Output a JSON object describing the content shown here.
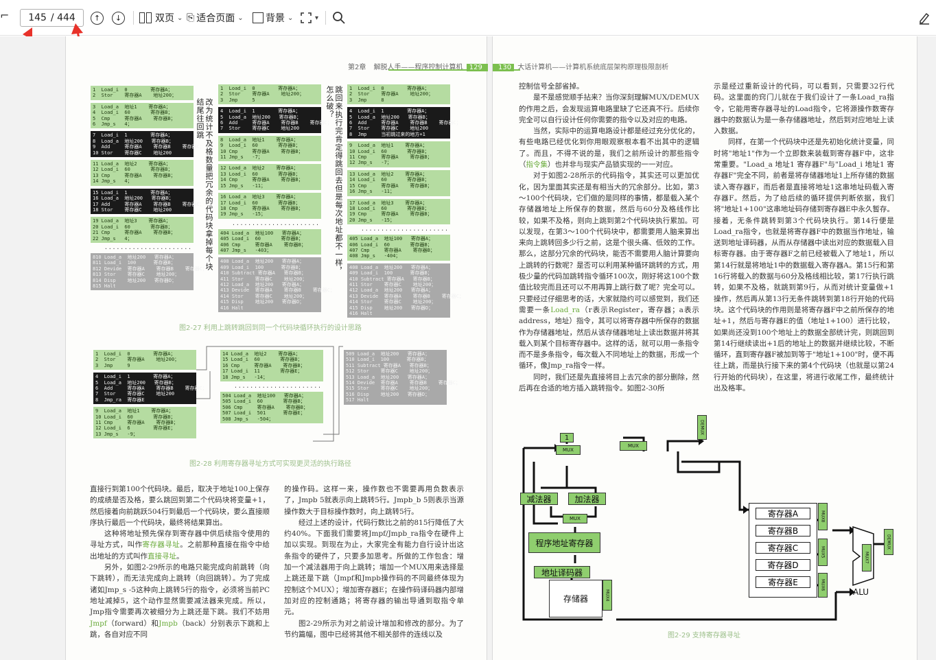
{
  "toolbar": {
    "page_current": "145",
    "page_total": "/ 444",
    "dual_page_label": "双页",
    "fit_page_label": "适合页面",
    "background_label": "背景"
  },
  "left_page": {
    "header_chapter": "第2章",
    "header_title": "解脱人手——程序控制计算机",
    "page_number": "129",
    "col1_blocks": [
      [
        "1  Load_i  0        寄存器A；",
        "2  Stor    寄存器A    地址200；"
      ],
      [
        "3  Load_a  地址1    寄存器A；",
        "4  Load_i  60       寄存器B；",
        "5  Cmp     寄存器A    寄存器B；",
        "6  Jmp_s   4；"
      ],
      [
        "7  Load_i  1        寄存器A；",
        "8  Load_a  地址200   寄存器B；",
        "9  Add     寄存器A    寄存器B    寄存器C；",
        "10 Stor    寄存器C    地址200"
      ],
      [
        "11 Load_a  地址2    寄存器A；",
        "12 Load_i  60       寄存器B；",
        "13 Cmp     寄存器A    寄存器B；",
        "14 Jmp_s   4；"
      ],
      [
        "15 Load_i  1        寄存器A；",
        "16 Load_a  地址200   寄存器B；",
        "17 Add     寄存器A    寄存器B    寄存器C；",
        "18 Stor    寄存器C    地址200"
      ],
      [
        "19 Load_a  地址3    寄存器A；",
        "20 Load_i  60       寄存器B；",
        "21 Cmp     寄存器A    寄存器B；",
        "22 Jmp_s   4；"
      ],
      [
        "810 Load_a  地址200   寄存器A；",
        "811 Load_i  100      寄存器B；",
        "812 Devide  寄存器A    寄存器B    寄存器C；",
        "813 Stor    寄存器C    地址200；",
        "814 Disp    地址200   寄存器D；",
        "815 Halt"
      ]
    ],
    "vtext_1": "改为统计不及格数量把冗余的代码块拿掉每个块结尾往回跳",
    "col2_blocks": [
      [
        "1  Load_i  0        寄存器A；",
        "2  Stor    寄存器A    地址200；",
        "3  Jmp     5"
      ],
      [
        "4  Load_i  1        寄存器A；",
        "5  Load_a  地址200   寄存器B；",
        "6  Add     寄存器A    寄存器B    寄存器C；",
        "7  Stor    寄存器C    地址200"
      ],
      [
        "8  Load_a  地址1    寄存器A；",
        "9  Load_i  60       寄存器B；",
        "10 Cmp     寄存器A    寄存器B；",
        "11 Jmp_s   -7；"
      ],
      [
        "12 Load_a  地址2    寄存器A；",
        "13 Load_i  60       寄存器B；",
        "14 Cmp     寄存器A    寄存器B；",
        "15 Jmp_s   -11；"
      ],
      [
        "16 Load_a  地址3    寄存器A；",
        "17 Load_i  60       寄存器B；",
        "18 Cmp     寄存器A    寄存器B；",
        "19 Jmp_s   -15；"
      ],
      [
        "404 Load_a  地址100   寄存器A；",
        "405 Load_i  60       寄存器B；",
        "406 Cmp     寄存器A    寄存器B；",
        "407 Jmp_s   -403；"
      ],
      [
        "408 Load_a  地址200   寄存器A；",
        "409 Load_i  100      寄存器B；",
        "410 Subtract 寄存器A   寄存器B；",
        "411 Stor    寄存器C    地址200；",
        "412 Load_a  地址200   寄存器A；",
        "413 Devide  寄存器A    寄存器B    寄存器C；",
        "414 Stor    寄存器C    地址200；",
        "415 Disp    地址200   寄存器D；",
        "416 Halt"
      ]
    ],
    "vtext_2": "跳回来执行完肯定得跳回去但是每次地址都不一样，怎么破？",
    "col3_blocks": [
      [
        "1  Load_i  0        寄存器A；",
        "2  Stor    寄存器A    地址200；",
        "3  Jmp     8"
      ],
      [
        "4  Load_i  1        寄存器A；",
        "5  Load_a  地址200   寄存器B；",
        "6  Add     寄存器A    寄存器B    寄存器C；",
        "7  Stor    寄存器C    地址200",
        "8  Jmp     当初跳过来的地方+1"
      ],
      [
        "9  Load_a  地址1    寄存器A；",
        "10 Load_i  60       寄存器B；",
        "11 Cmp     寄存器A    寄存器B；",
        "12 Jmp_s   -7；"
      ],
      [
        "13 Load_a  地址2    寄存器A；",
        "14 Load_i  60       寄存器B；",
        "15 Cmp     寄存器A    寄存器B；",
        "16 Jmp_s   -11；"
      ],
      [
        "17 Load_a  地址3    寄存器A；",
        "18 Load_i  60       寄存器B；",
        "19 Cmp     寄存器A    寄存器B；",
        "20 Jmp_s   -15；"
      ],
      [
        "405 Load_a  地址100   寄存器A；",
        "406 Load_i  60       寄存器B；",
        "407 Cmp     寄存器A    寄存器B；",
        "408 Jmp_s   -404；"
      ],
      [
        "408 Load_a  地址200   寄存器A；",
        "409 Load_i  100      寄存器B；",
        "410 Subtract 寄存器A   寄存器B；",
        "411 Stor    寄存器C    地址200；",
        "412 Load_a  地址200   寄存器A；",
        "413 Devide  寄存器A    寄存器B    寄存器C；",
        "414 Stor    寄存器C    地址200；",
        "415 Disp    地址200   寄存器D；",
        "416 Halt"
      ]
    ],
    "caption_1": "图2-27   利用上跳转跳回到同一个代码块循环执行的设计思路",
    "fig228_col1": [
      [
        "1  Load_i  0        寄存器A；",
        "2  Stor    寄存器A    地址200；",
        "3  Jmp     9"
      ],
      [
        "4  Load_i  1        寄存器A；",
        "5  Load_a  地址200   寄存器B；",
        "6  Add     寄存器A    寄存器B    寄存器C；",
        "7  Stor    寄存器C    地址200",
        "8  Jmp_ra  寄存器E"
      ],
      [
        "9  Load_a  地址1    寄存器A；",
        "10 Load_i  60       寄存器B；",
        "11 Cmp     寄存器A    寄存器B；",
        "12 Load_i  6        寄存器E；",
        "13 Jmp_s   -9；"
      ]
    ],
    "fig228_col2": [
      [
        "14 Load_a  地址2    寄存器A；",
        "15 Load_i  60       寄存器B；",
        "16 Cmp     寄存器A    寄存器B；",
        "17 Load_i  11       寄存器E；",
        "18 Jmp_s   -14；"
      ],
      [
        "504 Load_a  地址100   寄存器A；",
        "505 Load_i  60       寄存器B；",
        "506 Cmp     寄存器A    寄存器B；",
        "507 Load_i  501      寄存器E；",
        "508 Jmp_s   -504；"
      ]
    ],
    "fig228_col3": [
      [
        "509 Load_a  地址200   寄存器A；",
        "510 Load_i  100      寄存器B；",
        "511 Subtract 寄存器A   寄存器B；",
        "512 Stor    寄存器C    地址200；",
        "513 Load_a  地址200   寄存器A；",
        "514 Devide  寄存器A    寄存器B    寄存器C；",
        "515 Stor    寄存器C    地址200；",
        "516 Disp    地址200   寄存器D；",
        "517 Halt"
      ]
    ],
    "caption_2": "图2-28   利用寄存器寻址方式可实现更灵活的执行路径",
    "dots": "······················",
    "text_col1": [
      "直接行到第100个代码块。最后，取决于地址100上保存的成绩是否及格，要么跳回到第二个代码块将变量+1，然后接着向前跳跃504行到最后一个代码块，要么直接顺序执行最后一个代码块，最终将结果算出。",
      "这种将地址预先保存到寄存器中供后续指令使用的寻址方式，叫作",
      "另外，如图2-29所示的电路只能完成向前跳转（向下跳转），而无法完成向上跳转（向回跳转）。为了完成诸如Jmp_s -5这种向上跳转5行的指令，必须将当前PC地址减掉5，这个动作显然需要减法器来完成。所以，Jmp指令需要再次被细分为上跳还是下跳。我们不妨用"
    ],
    "text_col1_parts": {
      "reg_addr": "寄存器寻址",
      "after_reg": "。之前那种直接在指令中给出地址的方式叫作",
      "direct_addr": "直接寻址",
      "end": "。",
      "jmpf": "Jmpf",
      "forward": "（forward）和",
      "jmpb": "Jmpb",
      "back": "（back）分别表示下跳和上跳，各自对应不同"
    },
    "text_col2": [
      "的操作码。这样一来，操作数也不需要再用负数表示了，Jmpb 5就表示向上跳转5行。Jmpb_b 5则表示当源操作数大于目标操作数时，向上跳转5行。",
      "经过上述的设计，代码行数比之前的815行降低了大约40%。下面我们需要将Jmpf/Jmpb_ra指令在硬件上加以实现。到现在为止，大家完全有能力自行设计出这条指令的硬件了，只要多加思考。所做的工作包含：增加一个减法器用于向上跳转；增加一个MUX用来选择是上跳还是下跳（Jmpf和Jmpb操作码的不同最终体现为控制这个MUX）；增加寄存器E；在操作码译码器内部增加对应的控制通路；将寄存器的输出导通到取指令单元。",
      "图2-29所示为对之前设计增加和修改的部分。为了节约篇幅，图中已经将其他不相关部件的连线以及"
    ]
  },
  "right_page": {
    "page_number": "130",
    "header_title": "大话计算机——计算机系统底层架构原理极限剖析",
    "text_col1": [
      "控制信号全部省掉。",
      "是不是感觉顺手拈来？当你深刻理解MUX/DEMUX的作用之后，会发现运算电路里缺了它还真不行。后续你完全可以自行设计任何你需要的指令以及对应的电路。",
      "当然，实际中的运算电路设计都是经过充分优化的，有些电路已经优化到你用眼观察根本看不出其中的逻辑了。而且，不得不说的是，我们之前所设计的那些指令（",
      "对于如图2-28所示的代码指令，其实还可以更加优化，因为里面其实还是有相当大的冗余部分。比如，第3～100个代码块，它们做的是同样的事情，都是载入某个存储器地址上所保存的数据，然后与60分及格线作比较，如果不及格，则向上跳到第2个代码块执行累加。可以发现，在第3～100个代码块中，都需要用人脑来算出来向上跳转回多少行之前，这是个很头痛、低效的工作。那么，这部分冗余的代码块，能否不需要用人脑计算要向上跳转的行数呢？是否可以利用某种循环跳转的方式，用极少量的代码加跳转指令循环100次，刚好将这100个数值比较完而且还可以不用再算上跳行数了呢？完全可以。只要经过仔细思考的话，大家就隐约可以感觉到，我们还需要一条",
      "（r表示Register，寄存器；a表示address，地址）指令，其可以将寄存器中所保存的数据作为存储器地址，然后从该存储器地址上读出数据并将其载入到某个目标寄存器中。这样的话，就可以用一条指令而不是多条指令，每次载入不同地址上的数据，形成一个循环，像Jmp_ra指令一样。",
      "同时，我们还是先直接将目上去冗余的部分删除，然后再在合适的地方插入跳转指令。如图2-30所"
    ],
    "text_col1_parts": {
      "instr_set": "指令集",
      "after_instr": "）也并非与现实产品锁实现的一一对应。",
      "load_ra": "Load_ra"
    },
    "text_col2": [
      "示是经过重新设计的代码，可以看到，只需要32行代码。这里面的窍门儿就在于我们设计了一条Load_ra指令，它能用寄存器寻址的Load指令，它将源操作数寄存器中的数据认为是一条存储器地址，然后到对应地址上读入数据。",
      "同样，在第一个代码块中还是先初始化统计变量，同时将\"地址1\"作为一个立即数来装载到寄存器F中，这非常重要。\"Load_a 地址1 寄存器F\"与\"Load_i 地址1 寄存器F\"完全不同，前者是将存储器地址1上所存储的数据读入寄存器F，而后者是直接将地址1这串地址码载入寄存器F。然后，为了给后续的循环提供判断依据，我们将\"地址1+100\"这串地址码存储到寄存器E中永久暂存。接着，无条件跳转到第3个代码块执行。第14行便是Load_ra指令，也就是将寄存器F中的数据当作地址，输送到地址译码器，从而从存储器中读出对应的数据载入目标寄存器。由于寄存器F之前已经被载入了地址1，所以第14行就是将地址1中的数据载入寄存器A。第15行和第16行将载入的数据与60分及格线相比较，第17行执行跳转，如果不及格，就跳到第9行，从而对统计变量做+1操作，然后再从第13行无条件跳转到第18行开始的代码块。这个代码块的作用则是将寄存器F中之前所保存的地址+1，然后与寄存器E的值（地址1+100）进行比较，如果尚还没到100个地址上的数据全部统计完，则跳回到第14行继续读出+1后的地址上的数据并继续比较，不断循环，直到寄存器F被加到等于\"地址1+100\"时，便不再往上跳，而是执行接下来的第4个代码块（也就是以第24行开始的代码块），在这里，将进行收尾工作，最终统计出及格率。"
    ],
    "diagram": {
      "one_label": "1",
      "mux_top1": "MUX",
      "mux_top2": "MUX",
      "demux_top": "DEMUX",
      "subtractor": "减法器",
      "adder": "加法器",
      "mux_mid": "MUX",
      "pc_reg": "程序地址寄存器",
      "addr_decoder": "地址译码器",
      "memory": "存储器",
      "mux4": "MUX4",
      "regA": "寄存器A",
      "regB": "寄存器B",
      "regC": "寄存器C",
      "regD": "寄存器D",
      "regE": "寄存器E",
      "mux5": "MUX5",
      "mux6": "MUX6",
      "mux8": "MUX8",
      "mux7": "MUX7",
      "alu": "ALU",
      "demux_right": "DEMUX"
    },
    "caption": "图2-29   支持寄存器寻址"
  },
  "colors": {
    "green_accent": "#7bbf4e",
    "code_green": "#b5dca1",
    "red_arrow": "#e8322a"
  }
}
